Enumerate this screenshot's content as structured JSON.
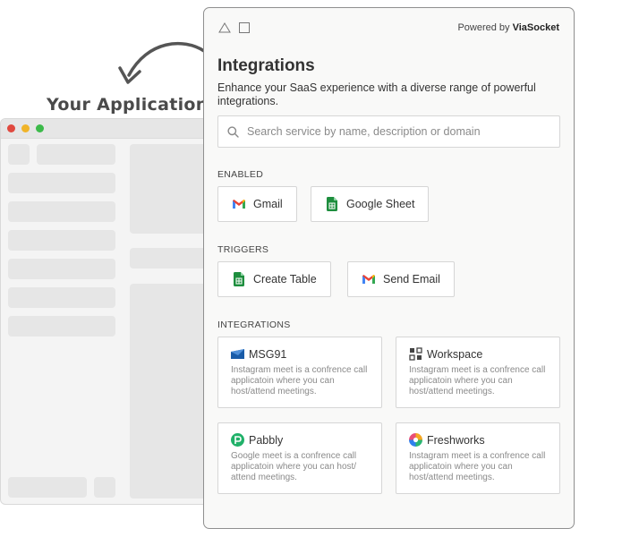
{
  "label": "Your Application",
  "panel": {
    "powered_by_prefix": "Powered by",
    "powered_by_brand": "ViaSocket",
    "title": "Integrations",
    "description": "Enhance your SaaS experience with a diverse range of powerful integrations.",
    "search": {
      "placeholder": "Search service by name, description or domain",
      "value": ""
    },
    "enabled": {
      "label": "ENABLED",
      "items": [
        {
          "label": "Gmail",
          "icon": "gmail-icon"
        },
        {
          "label": "Google Sheet",
          "icon": "google-sheet-icon"
        }
      ]
    },
    "triggers": {
      "label": "TRIGGERS",
      "items": [
        {
          "label": "Create Table",
          "icon": "google-sheet-icon"
        },
        {
          "label": "Send Email",
          "icon": "gmail-icon"
        }
      ]
    },
    "integrations": {
      "label": "INTEGRATIONS",
      "items": [
        {
          "name": "MSG91",
          "icon": "msg91-icon",
          "description": "Instagram meet is a confrence call applicatoin where you can host/attend meetings."
        },
        {
          "name": "Workspace",
          "icon": "workspace-icon",
          "description": "Instagram meet is a confrence call applicatoin where you can host/attend meetings."
        },
        {
          "name": "Pabbly",
          "icon": "pabbly-icon",
          "description": "Google meet is a confrence call applicatoin where you can host/ attend meetings."
        },
        {
          "name": "Freshworks",
          "icon": "freshworks-icon",
          "description": "Instagram meet is a confrence call applicatoin where you can host/attend meetings."
        }
      ]
    }
  },
  "colors": {
    "gmail_red": "#ea4335",
    "sheet_green": "#1e8e3e",
    "msg91_blue": "#1a5ca8",
    "pabbly_green": "#20b169",
    "mac_red": "#e0493f",
    "mac_yellow": "#f0b429",
    "mac_green": "#3cba4a"
  }
}
